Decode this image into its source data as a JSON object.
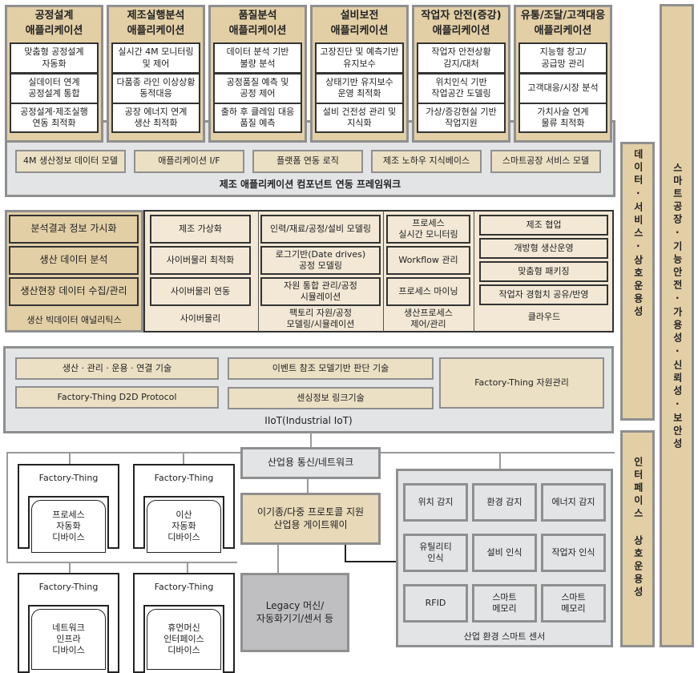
{
  "apps": [
    {
      "title": "공정설계\n애플리케이션",
      "items": [
        "맞춤형 공정설계\n자동화",
        "실데이터 연계\n공정설계 통합",
        "공정설계·제조실행\n연동 최적화"
      ]
    },
    {
      "title": "제조실행분석\n애플리케이션",
      "items": [
        "실시간 4M 모니터링\n및 제어",
        "다품종 라인 이상상황\n동적대응",
        "공장 에너지 연계\n생산 최적화"
      ]
    },
    {
      "title": "품질분석\n애플리케이션",
      "items": [
        "데이터 분석 기반\n불량 분석",
        "공정품질 예측 및\n공정 제어",
        "출하 후 클레임 대응\n품질 예측"
      ]
    },
    {
      "title": "설비보전\n애플리케이션",
      "items": [
        "고장진단 및 예측기반\n유지보수",
        "상태기반 유지보수\n운영 최적화",
        "설비 건전성 관리 및\n지식화"
      ]
    },
    {
      "title": "작업자 안전(증강)\n애플리케이션",
      "items": [
        "작업자 안전상황\n감지/대처",
        "위치인식 기반\n작업공간 도델링",
        "가상/증강현실 기반\n작업지원"
      ]
    },
    {
      "title": "유통/조달/고객대응\n애플리케이션",
      "items": [
        "지능형 창고/\n공급망 관리",
        "고객대응/시장 분석",
        "가치사슬 연계\n물류 최적화"
      ]
    }
  ],
  "framework": {
    "items": [
      "4M 생산정보 데이터 모델",
      "애플리케이션 I/F",
      "플랫폼 연동 로직",
      "제조 노하우 지식베이스",
      "스마트공장 서비스 모델"
    ],
    "label": "제조 애플리케이션 컴포넌트 연동 프레임워크"
  },
  "analytics": {
    "items": [
      "분석결과 정보 가시화",
      "생산 데이터 분석",
      "생산현장 데이터 수집/관리"
    ],
    "label": "생산 빅데이터 애널리틱스"
  },
  "cyber": {
    "items": [
      "제조 가상화",
      "사이버물리 최적화",
      "사이버물리 연동"
    ],
    "label": "사이버물리"
  },
  "modeling": {
    "items": [
      "인력/재료/공정/설비 모델링",
      "로그기반(Date drives)\n공정 모델링",
      "자원 통합 관리/공정\n시뮬레이션"
    ],
    "label": "팩토리 자원/공정\n모델링/시뮬레이션"
  },
  "process": {
    "items": [
      "프로세스\n실시간 모니터링",
      "Workflow 관리",
      "프로세스 마이닝"
    ],
    "label": "생산프로세스\n제어/관리"
  },
  "cloud": {
    "items": [
      "제조 협업",
      "개방형 생산운영",
      "맞춤형 패키징",
      "작업자 경험치 공유/반영"
    ],
    "label": "클라우드"
  },
  "iiot": {
    "items": [
      "생산 · 관리 · 운용 · 연결 기술",
      "Factory-Thing D2D Protocol",
      "이벤트 참조 모델기반 판단 기술",
      "센싱정보 링크기술",
      "Factory-Thing 자원관리"
    ],
    "label": "IIoT(Industrial IoT)"
  },
  "network": "산업용 통신/네트워크",
  "gateway": "이기종/다중 프로토콜 지원\n산업용 게이트웨이",
  "legacy": "Legacy 머신/\n자동화기기/센서 등",
  "things": [
    {
      "title": "Factory-Thing",
      "device": "프로세스\n자동화\n디바이스"
    },
    {
      "title": "Factory-Thing",
      "device": "이산\n자동화\n디바이스"
    },
    {
      "title": "Factory-Thing",
      "device": "네트워크\n인프라\n디바이스"
    },
    {
      "title": "Factory-Thing",
      "device": "휴먼머신\n인터페이스\n디바이스"
    }
  ],
  "sensors": {
    "items": [
      "위치 감지",
      "환경 감지",
      "에너지 감지",
      "유틸리티\n인식",
      "설비 인식",
      "작업자 인식",
      "RFID",
      "스마트\n메모리",
      "스마트\n메모리"
    ],
    "label": "산업 환경 스마트 센서"
  },
  "side": {
    "data": "데이터·서비스·상호운용성",
    "interface": "인터페이스 상호운용성",
    "smart": "스마트공장·기능안전·가용성·신뢰성·보안성"
  }
}
